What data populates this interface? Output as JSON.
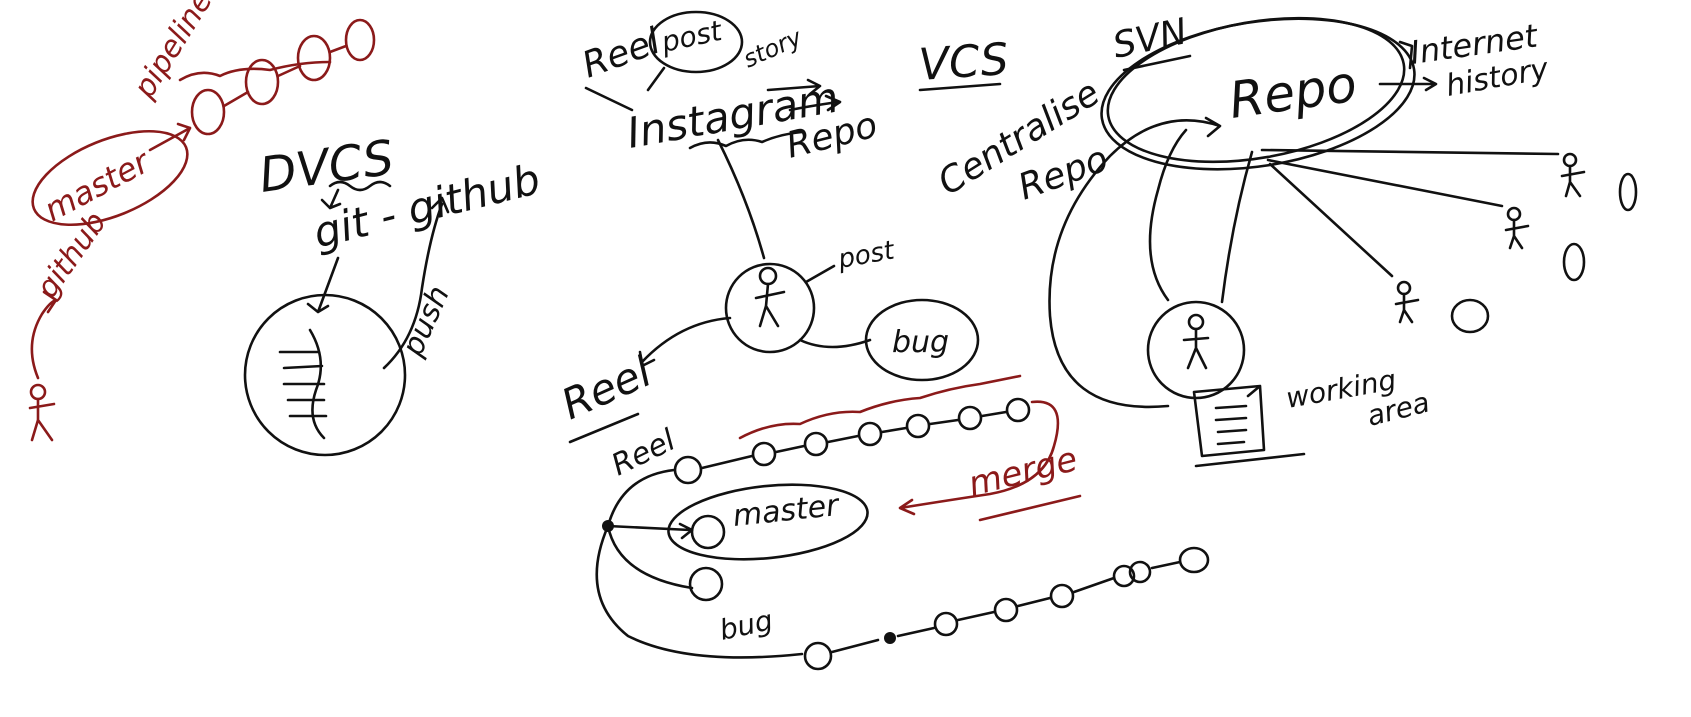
{
  "colors": {
    "ink": "#111111",
    "accent": "#8b1a1a",
    "background": "#ffffff"
  },
  "dvcs_sketch": {
    "pipelines": "pipelines",
    "master": "master",
    "github": "github",
    "dvcs": "DVCS",
    "git_github": "git - github",
    "push": "push"
  },
  "instagram_sketch": {
    "reel": "Reel",
    "post": "post",
    "story": "story",
    "instagram": "Instagram",
    "repo": "Repo",
    "post_small": "post",
    "bug": "bug",
    "reel_big": "Reel"
  },
  "branching_sketch": {
    "reel_branch": "Reel",
    "master_branch": "master",
    "bug_branch": "bug",
    "merge": "merge"
  },
  "vcs_sketch": {
    "vcs": "VCS",
    "svn": "SVN",
    "centralise": "Centralise",
    "repo_sub": "Repo",
    "repo_big": "Repo",
    "internet": "Internet",
    "history": "history",
    "working_area_line1": "working",
    "working_area_line2": "area"
  }
}
